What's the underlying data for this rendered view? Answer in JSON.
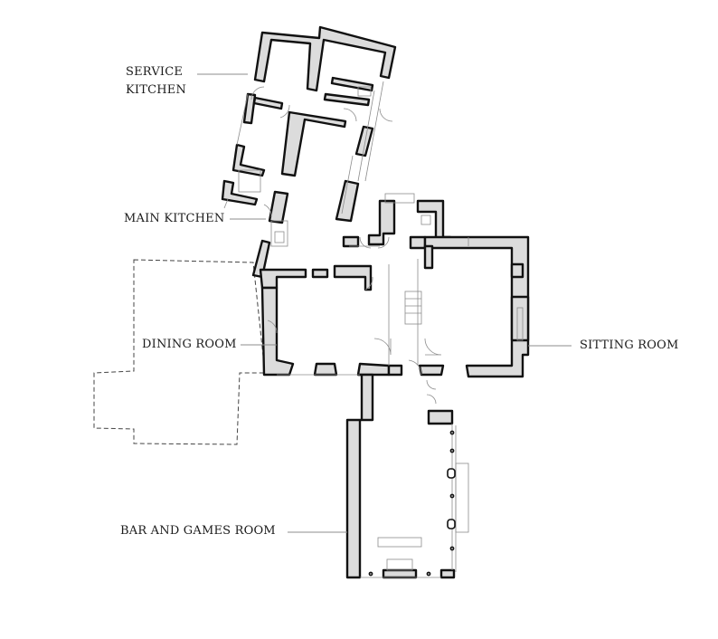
{
  "room_labels": {
    "service_kitchen_line1": "SERVICE",
    "service_kitchen_line2": "KITCHEN",
    "main_kitchen": "MAIN KITCHEN",
    "dining_room": "DINING ROOM",
    "sitting_room": "SITTING ROOM",
    "bar_and_games_room": "BAR AND GAMES ROOM"
  },
  "colors": {
    "wall_fill": "#dcdcdc",
    "wall_outline": "#111111",
    "leader_line": "#8c8c8c",
    "background": "#ffffff"
  }
}
